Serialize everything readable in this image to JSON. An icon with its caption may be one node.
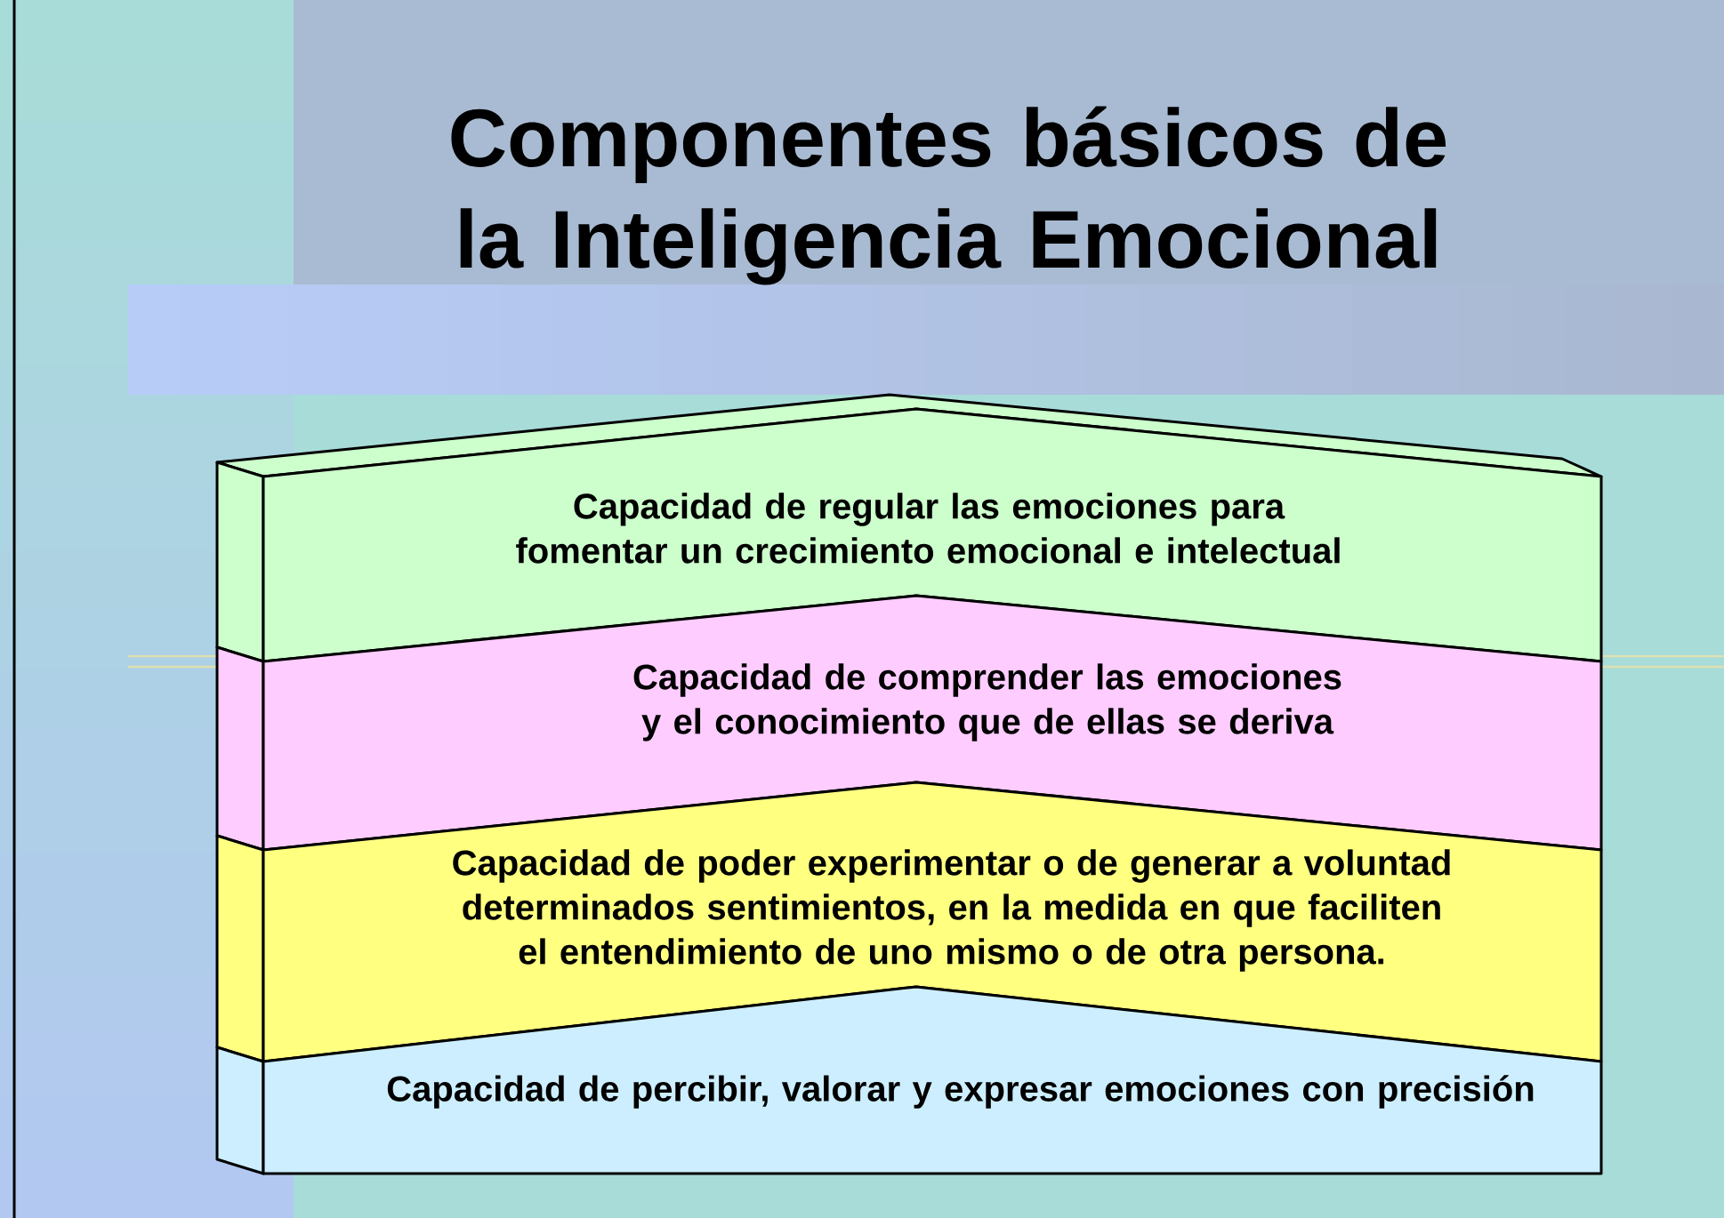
{
  "diagram": {
    "title": "Componentes básicos de la Inteligencia Emocional",
    "nodes": [
      {
        "text": [
          "Capacidad de regular las emociones para fomentar un crecimiento emocional e intelectual"
        ]
      },
      {
        "text": [
          "Capacidad de comprender las emociones y el conocimiento que de ellas se deriva"
        ]
      },
      {
        "text": [
          "Capacidad de poder experimentar o de generar a voluntad determinados sentimientos, en la medida en que faciliten el entendimiento de uno mismo o de otra persona."
        ]
      },
      {
        "text": [
          "Capacidad de percibir, valorar y expresar emociones con precisión"
        ]
      }
    ]
  }
}
